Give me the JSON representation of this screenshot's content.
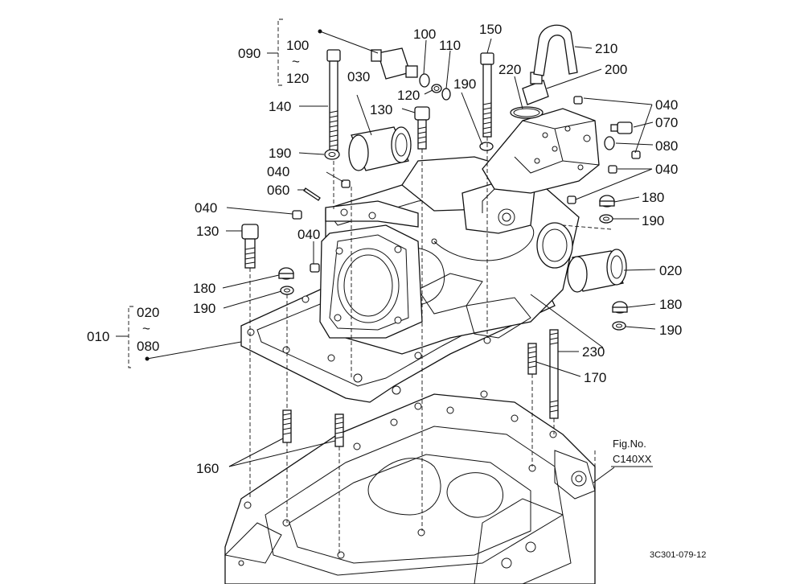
{
  "labels": {
    "l090": "090",
    "l100a": "100",
    "l100b": "100",
    "l110": "110",
    "l120a": "120",
    "l120b": "120",
    "l150": "150",
    "l210": "210",
    "l220": "220",
    "l200": "200",
    "l030": "030",
    "l190a": "190",
    "l140": "140",
    "l130a": "130",
    "l040a": "040",
    "l070": "070",
    "l080a": "080",
    "l190b": "190",
    "l040b": "040",
    "l040c": "040",
    "l060": "060",
    "l040d": "040",
    "l180a": "180",
    "l190c": "190",
    "l130b": "130",
    "l040e": "040",
    "l020a": "020",
    "l180b": "180",
    "l190d": "190",
    "l020b": "020",
    "l010": "010",
    "l080b": "080",
    "l180c": "180",
    "l190e": "190",
    "l230": "230",
    "l170": "170",
    "l160": "160",
    "tilde1": "~",
    "tilde2": "~"
  },
  "figure": {
    "fig_label": "Fig.No.",
    "fig_no": "C140XX",
    "drawing_code": "3C301-079-12"
  }
}
